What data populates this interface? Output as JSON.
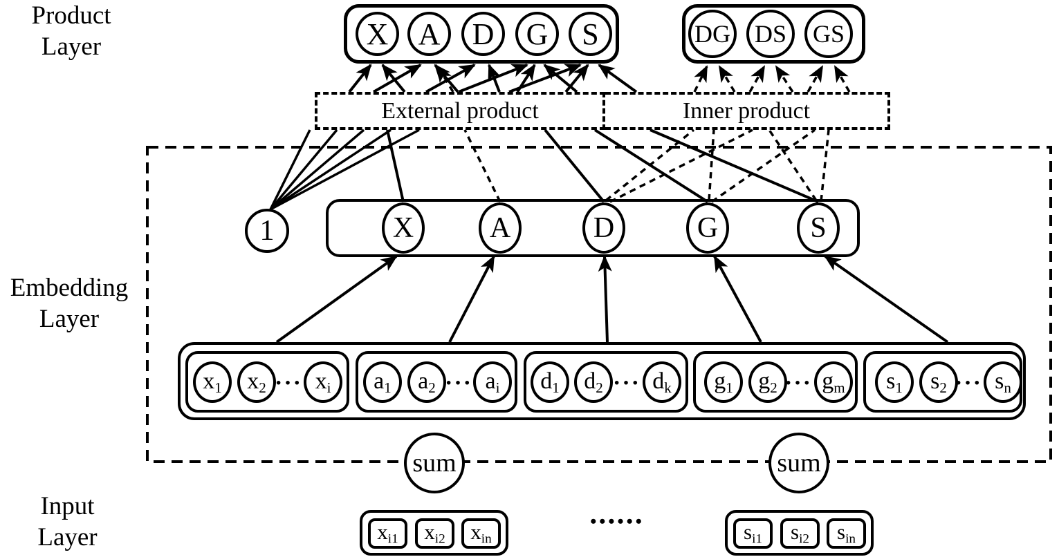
{
  "layer_labels": {
    "product": {
      "line1": "Product",
      "line2": "Layer"
    },
    "embedding": {
      "line1": "Embedding",
      "line2": "Layer"
    },
    "input": {
      "line1": "Input",
      "line2": "Layer"
    }
  },
  "product_layer": {
    "single_nodes": [
      "X",
      "A",
      "D",
      "G",
      "S"
    ],
    "pair_nodes": [
      "DG",
      "DS",
      "GS"
    ]
  },
  "operations": {
    "external_label": "External product",
    "inner_label": "Inner product"
  },
  "embedding_layer": {
    "bias": "1",
    "nodes": [
      "X",
      "A",
      "D",
      "G",
      "S"
    ]
  },
  "vector_groups": [
    {
      "dots": "···",
      "circles": [
        {
          "base": "x",
          "sub": "1"
        },
        {
          "base": "x",
          "sub": "2"
        },
        {
          "base": "x",
          "sub": "i"
        }
      ]
    },
    {
      "dots": "···",
      "circles": [
        {
          "base": "a",
          "sub": "1"
        },
        {
          "base": "a",
          "sub": "2"
        },
        {
          "base": "a",
          "sub": "i"
        }
      ]
    },
    {
      "dots": "···",
      "circles": [
        {
          "base": "d",
          "sub": "1"
        },
        {
          "base": "d",
          "sub": "2"
        },
        {
          "base": "d",
          "sub": "k"
        }
      ]
    },
    {
      "dots": "···",
      "circles": [
        {
          "base": "g",
          "sub": "1"
        },
        {
          "base": "g",
          "sub": "2"
        },
        {
          "base": "g",
          "sub": "m"
        }
      ]
    },
    {
      "dots": "···",
      "circles": [
        {
          "base": "s",
          "sub": "1"
        },
        {
          "base": "s",
          "sub": "2"
        },
        {
          "base": "s",
          "sub": "n"
        }
      ]
    }
  ],
  "sum_label": "sum",
  "input_layer": {
    "left_items": [
      {
        "base": "x",
        "sub": "i1"
      },
      {
        "base": "x",
        "sub": "i2"
      },
      {
        "base": "x",
        "sub": "in"
      }
    ],
    "right_items": [
      {
        "base": "s",
        "sub": "i1"
      },
      {
        "base": "s",
        "sub": "i2"
      },
      {
        "base": "s",
        "sub": "in"
      }
    ],
    "separator_dots": "••••••"
  },
  "colors": {
    "ink": "#000000",
    "background": "#ffffff"
  }
}
